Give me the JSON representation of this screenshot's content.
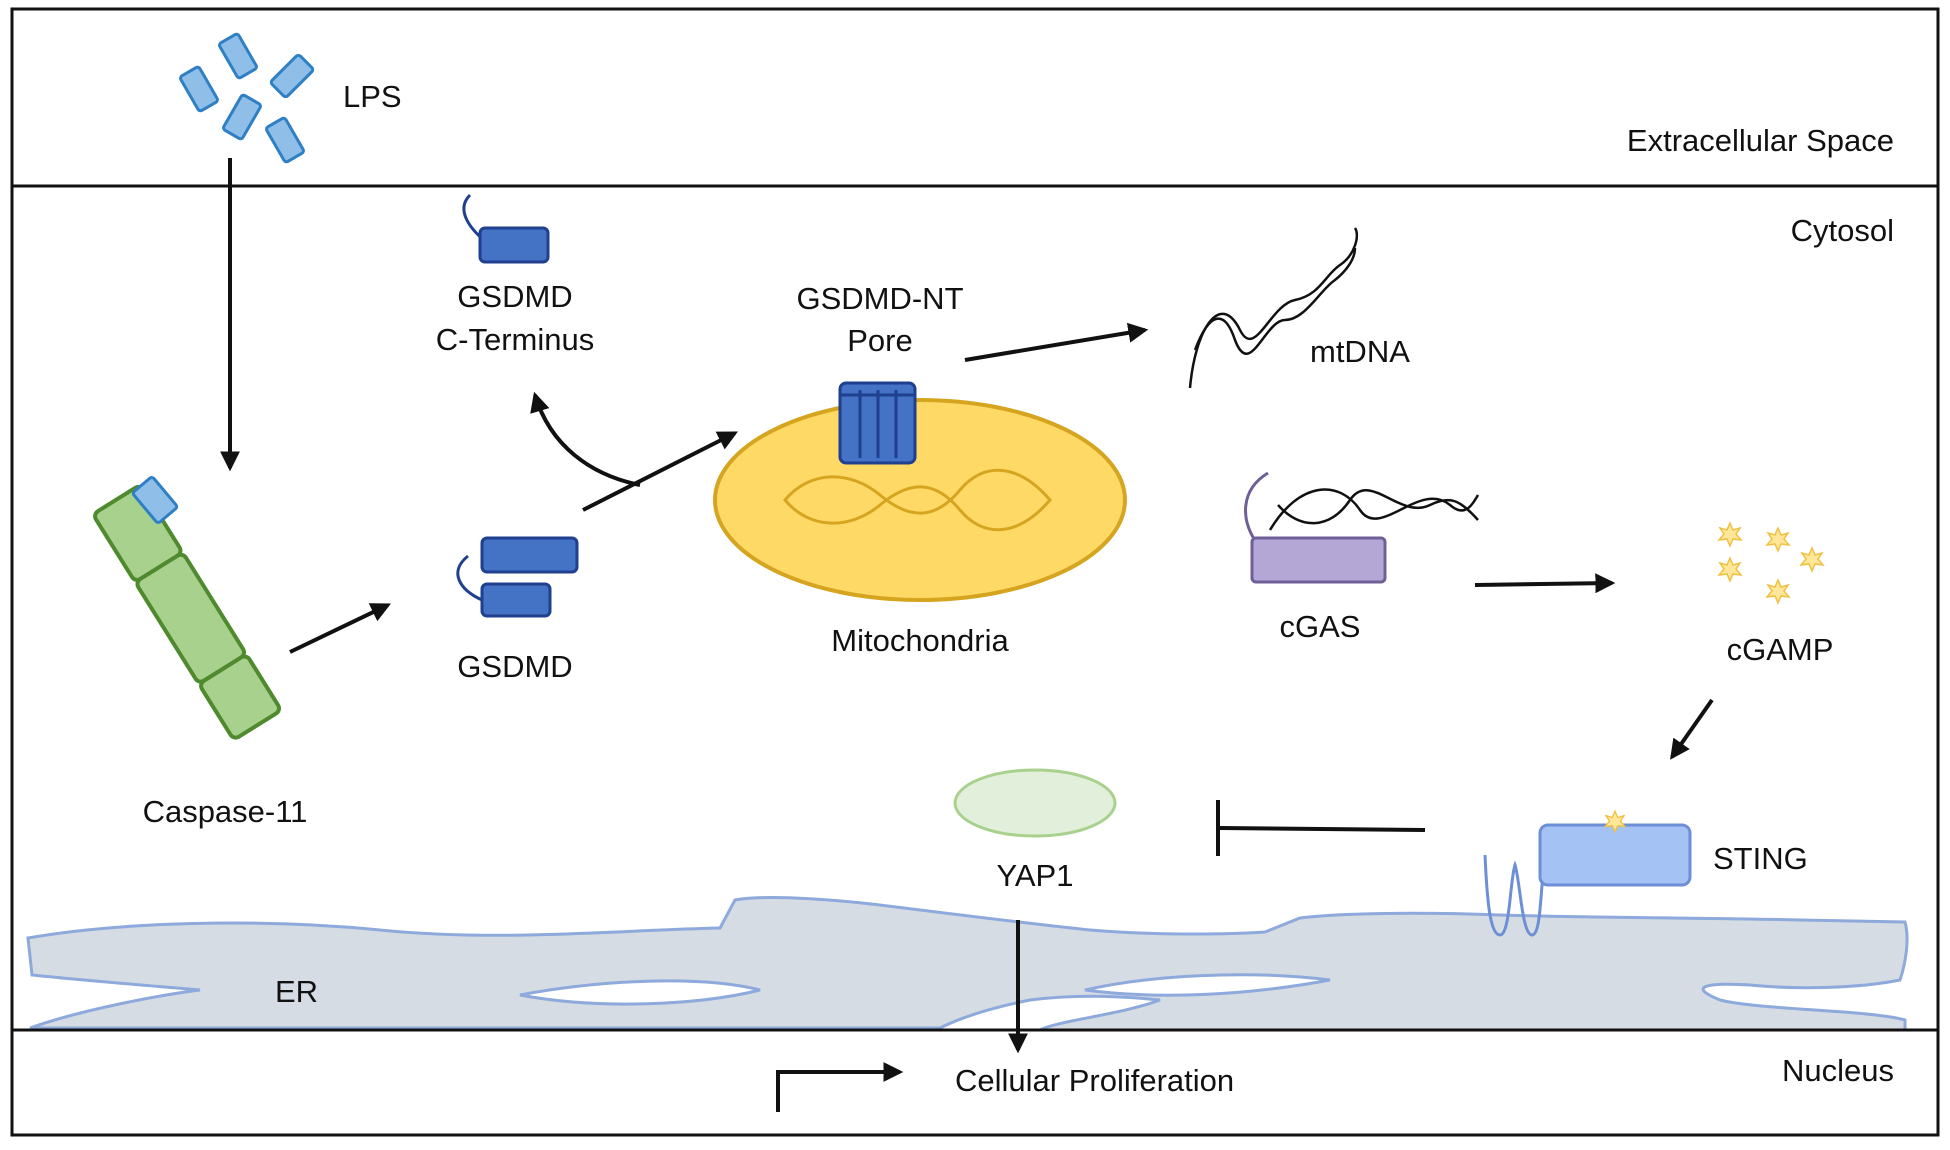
{
  "regions": {
    "extracellular": "Extracellular Space",
    "cytosol": "Cytosol",
    "nucleus": "Nucleus"
  },
  "nodes": {
    "lps": "LPS",
    "caspase11": "Caspase-11",
    "gsdmd": "GSDMD",
    "gsdmd_ct_line1": "GSDMD",
    "gsdmd_ct_line2": "C-Terminus",
    "gsdmd_nt_line1": "GSDMD-NT",
    "gsdmd_nt_line2": "Pore",
    "mitochondria": "Mitochondria",
    "mtdna": "mtDNA",
    "cgas": "cGAS",
    "cgamp": "cGAMP",
    "sting": "STING",
    "yap1": "YAP1",
    "er": "ER",
    "proliferation": "Cellular Proliferation"
  },
  "colors": {
    "frame": "#111111",
    "lps_fill": "#8fbfe8",
    "lps_stroke": "#2e7fc4",
    "caspase_fill": "#a9d18e",
    "caspase_stroke": "#4f8a2e",
    "gsdmd_fill": "#4472c4",
    "gsdmd_stroke": "#1f3f8f",
    "mito_fill": "#ffd966",
    "mito_stroke": "#d6a520",
    "cgas_fill": "#b4a7d6",
    "cgas_stroke": "#6f5f99",
    "cgamp_fill": "#ffe699",
    "sting_fill": "#a4c2f4",
    "sting_stroke": "#6d8fd6",
    "yap1_fill": "#e2efda",
    "yap1_stroke": "#a9d18e",
    "er_fill": "#d6dce4",
    "er_stroke": "#8ea9db"
  },
  "edges": [
    {
      "from": "lps",
      "to": "caspase11",
      "type": "activation"
    },
    {
      "from": "caspase11",
      "to": "gsdmd",
      "type": "activation"
    },
    {
      "from": "gsdmd",
      "to": "gsdmd_c_terminus",
      "type": "cleavage"
    },
    {
      "from": "gsdmd",
      "to": "mitochondria",
      "type": "activation"
    },
    {
      "from": "gsdmd_nt_pore",
      "to": "mtdna",
      "type": "release"
    },
    {
      "from": "cgas",
      "to": "cgamp",
      "type": "activation"
    },
    {
      "from": "cgamp",
      "to": "sting",
      "type": "activation"
    },
    {
      "from": "sting",
      "to": "yap1",
      "type": "inhibition"
    },
    {
      "from": "yap1",
      "to": "proliferation",
      "type": "activation"
    }
  ]
}
